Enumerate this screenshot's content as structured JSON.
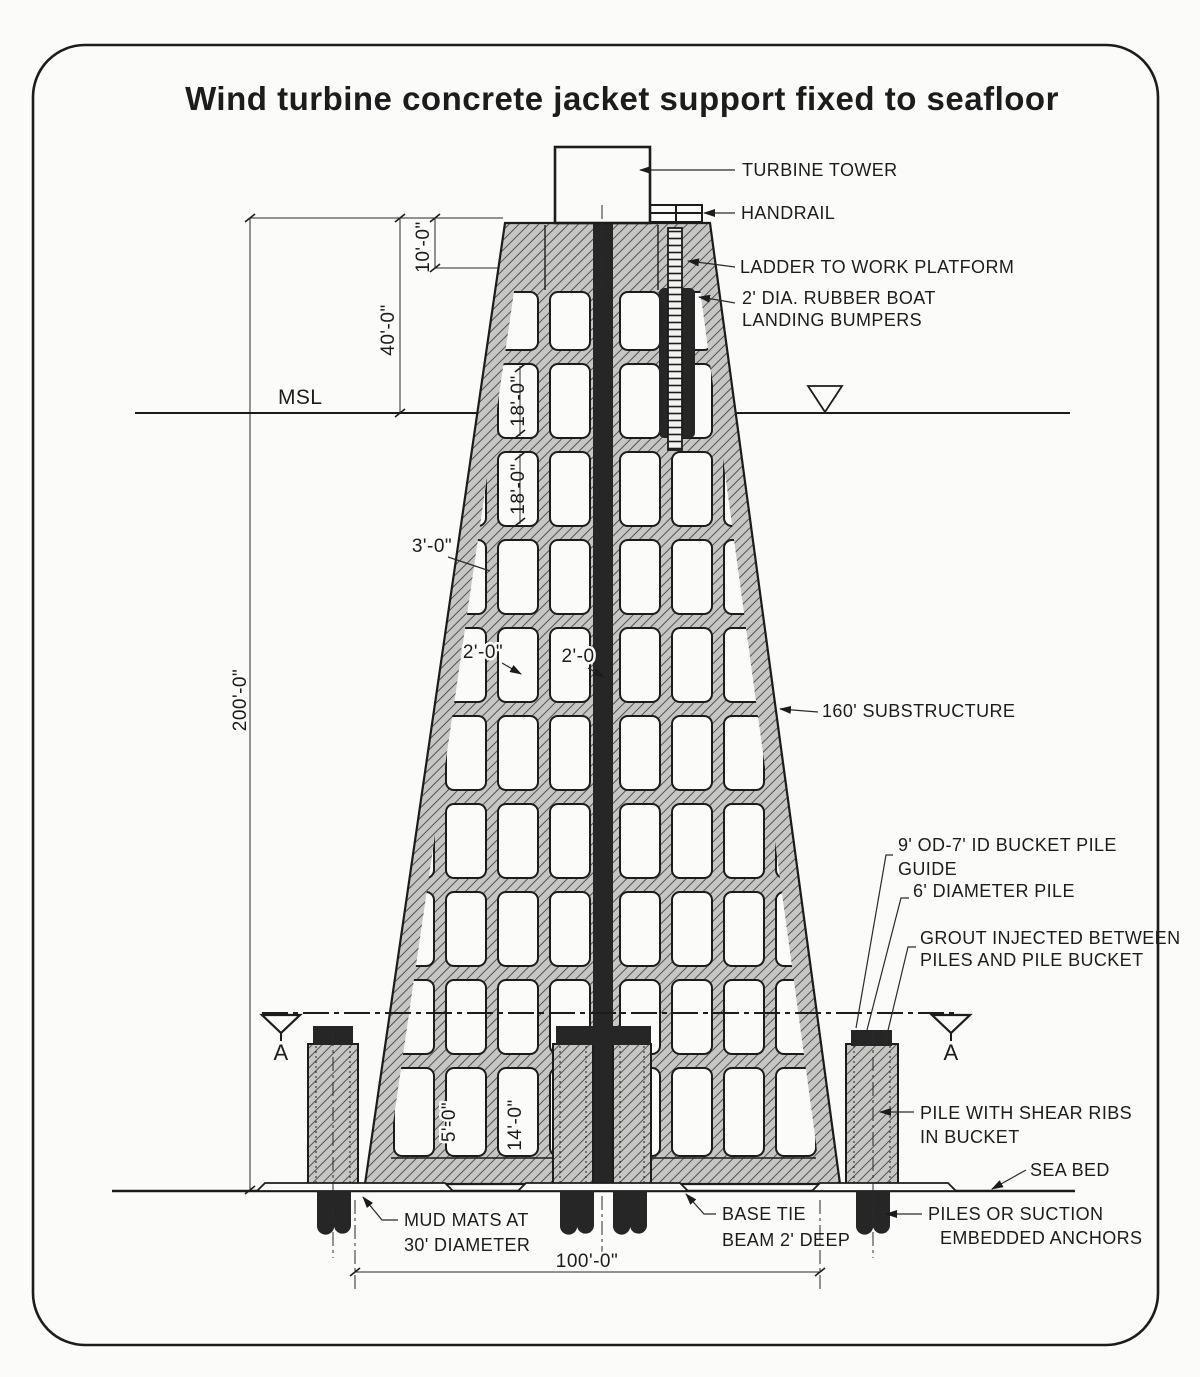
{
  "drawing": {
    "title": "Wind turbine concrete jacket support fixed to seafloor"
  },
  "annotations": {
    "turbine_tower": "TURBINE TOWER",
    "handrail": "HANDRAIL",
    "ladder": "LADDER TO WORK PLATFORM",
    "bumpers_line1": "2' DIA. RUBBER BOAT",
    "bumpers_line2": "LANDING BUMPERS",
    "msl": "MSL",
    "substructure": "160' SUBSTRUCTURE",
    "bucket_guide_line1": "9' OD-7' ID BUCKET PILE",
    "bucket_guide_line2": "GUIDE",
    "diameter_pile": "6' DIAMETER PILE",
    "grout_line1": "GROUT INJECTED BETWEEN",
    "grout_line2": "PILES AND PILE BUCKET",
    "shear_ribs_line1": "PILE WITH SHEAR RIBS",
    "shear_ribs_line2": "IN BUCKET",
    "sea_bed": "SEA BED",
    "anchors_line1": "PILES OR SUCTION",
    "anchors_line2": "EMBEDDED ANCHORS",
    "mud_mats_line1": "MUD MATS AT",
    "mud_mats_line2": "30' DIAMETER",
    "base_tie_line1": "BASE TIE",
    "base_tie_line2": "BEAM 2' DEEP"
  },
  "section_markers": {
    "left": "A",
    "right": "A"
  },
  "dimensions": {
    "total_height": "200'-0\"",
    "height_above_msl": "40'-0\"",
    "top_section": "10'-0\"",
    "bay_18_upper": "18'-0\"",
    "bay_18_lower": "18'-0\"",
    "wall_thickness": "3'-0\"",
    "beam_width_left": "2'-0\"",
    "beam_width_right": "2'-0",
    "bottom_bay_5": "5'-0\"",
    "bottom_bay_14": "14'-0\"",
    "base_width": "100'-0\""
  },
  "colors": {
    "ink": "#1c1c1c",
    "paper": "#fbfbf9",
    "concrete_hatch": "#c6c6c4",
    "hatch_line": "#55524e",
    "pile_dark": "#262626"
  }
}
